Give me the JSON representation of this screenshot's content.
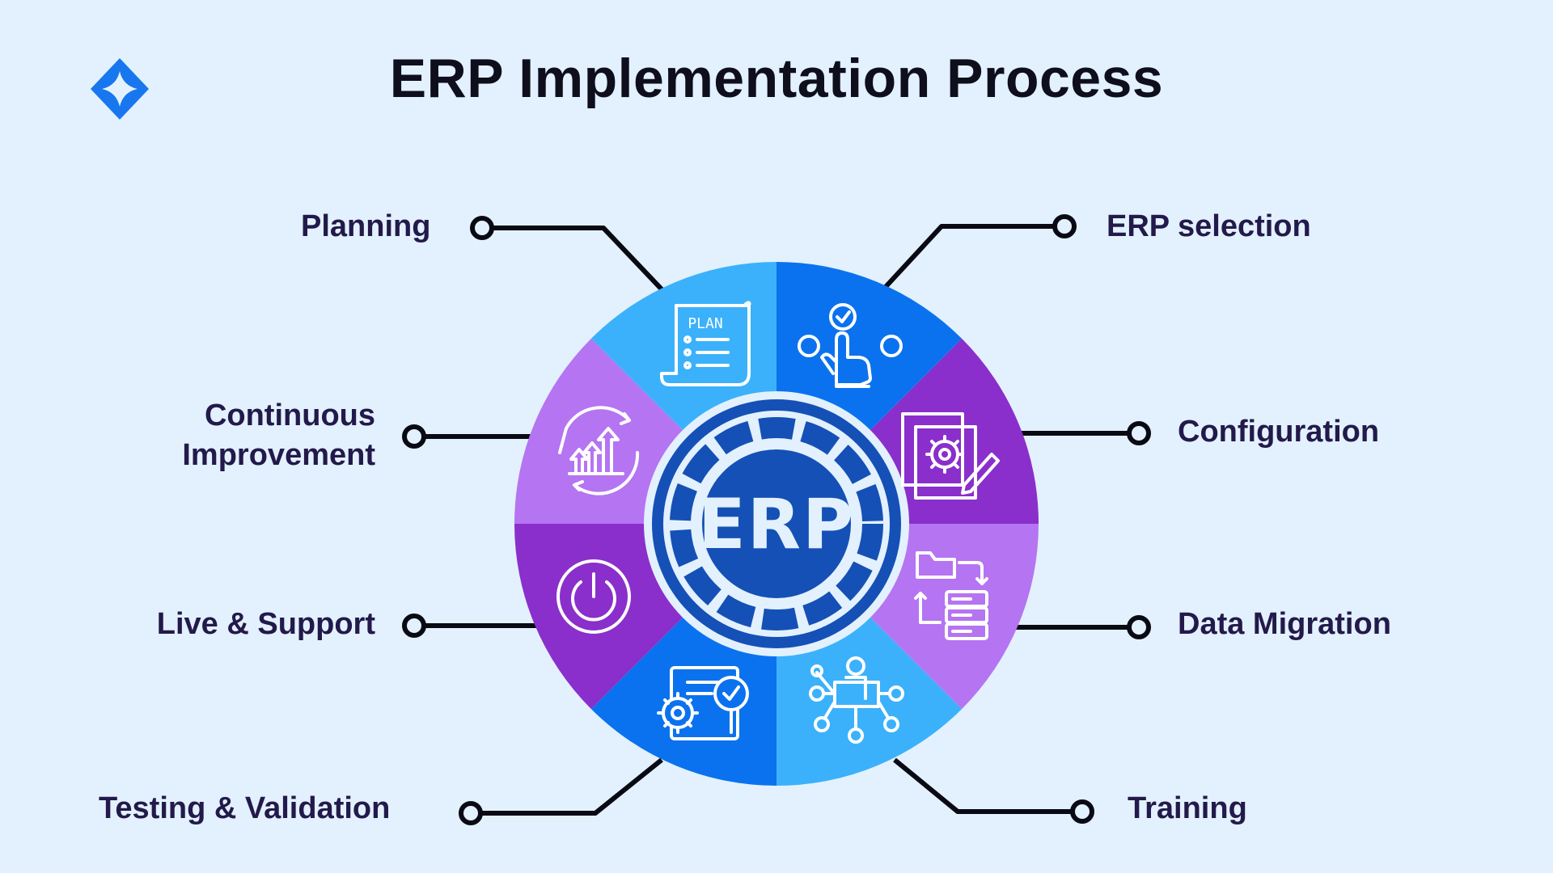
{
  "title": "ERP Implementation Process",
  "center_label": "ERP",
  "icons": {
    "logo": "brand-logo-icon",
    "planning": "plan-scroll-icon",
    "erp_selection": "hand-select-icon",
    "configuration": "document-gear-icon",
    "data_migration": "folder-server-icon",
    "training": "presenter-network-icon",
    "testing_validation": "gear-checkmark-icon",
    "live_support": "power-icon",
    "continuous_improvement": "growth-cycle-icon"
  },
  "plan_icon_text": "PLAN",
  "steps": {
    "planning": "Planning",
    "erp_selection": "ERP selection",
    "configuration": "Configuration",
    "data_migration": "Data Migration",
    "training": "Training",
    "testing_validation": "Testing & Validation",
    "live_support": "Live & Support",
    "continuous_improvement_line1": "Continuous",
    "continuous_improvement_line2": "Improvement"
  },
  "colors": {
    "background": "#e2f1fd",
    "light_blue": "#3bb1fb",
    "blue": "#0b72ef",
    "purple": "#8a2fcb",
    "light_purple": "#b574f1",
    "center_dark": "#1550b6",
    "text": "#23194a"
  }
}
